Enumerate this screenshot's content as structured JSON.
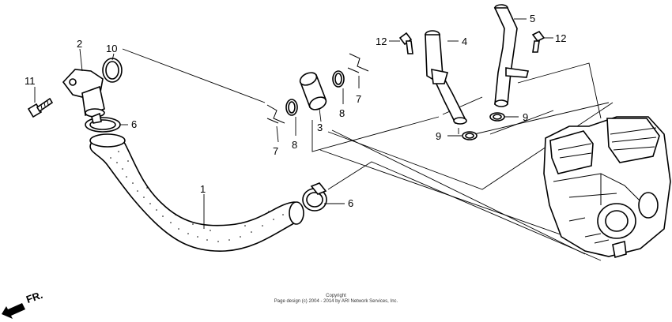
{
  "callouts": {
    "c1": "1",
    "c2": "2",
    "c3": "3",
    "c4": "4",
    "c5": "5",
    "c6a": "6",
    "c6b": "6",
    "c7a": "7",
    "c7b": "7",
    "c8a": "8",
    "c8b": "8",
    "c9a": "9",
    "c9b": "9",
    "c10": "10",
    "c11": "11",
    "c12a": "12",
    "c12b": "12"
  },
  "footer": {
    "copyright_title": "Copyright",
    "copyright_line": "Page design (c) 2004 - 2014 by ARI Network Services, Inc."
  },
  "direction_label": "FR."
}
